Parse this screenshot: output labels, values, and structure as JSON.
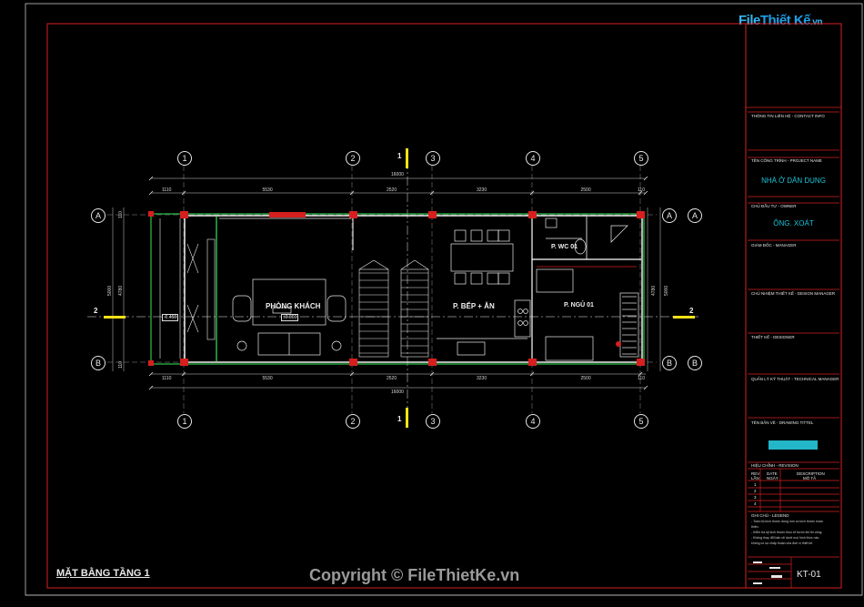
{
  "logo": {
    "brand": "File",
    "rest": "Thiết Kế",
    "suffix": ".vn"
  },
  "copyright": "Copyright © FileThietKe.vn",
  "sheet_title": "MẶT BẰNG TẦNG 1",
  "sheet_number": "KT-01",
  "title_block": {
    "contact_label": "THÔNG TIN LIÊN HỆ - CONTACT INFO",
    "project_label": "TÊN CÔNG TRÌNH - PROJECT NAME",
    "project_value": "NHÀ Ở DÂN DỤNG",
    "owner_label": "CHỦ ĐẦU TƯ - OWNER",
    "owner_value": "ÔNG. XOÁT",
    "director_label": "GIÁM ĐỐC - MANAGER",
    "chief_label": "CHỦ NHIỆM THIẾT KẾ - DESIGN MANAGER",
    "designer_label": "THIẾT KẾ - DESIGNER",
    "tech_label": "QUẢN LÝ KỸ THUẬT - TECHNICAL MANAGER",
    "drawing_label": "TÊN BẢN VẼ - DRAWING TITTEL",
    "revision_label": "HIỆU CHỈNH - REVISION",
    "rev_col1": "REV",
    "rev_col2": "DATE",
    "rev_col3": "DESCRIPTION",
    "rev_col1b": "LẦN",
    "rev_col2b": "NGÀY",
    "rev_col3b": "MÔ TẢ",
    "rev_rows": [
      "1",
      "2",
      "3",
      "4"
    ],
    "notes_label": "GHI CHÚ - LEGEND",
    "notes": [
      "- Toàn bộ kích thước dùng mm có kích thước hoàn",
      "thiện.",
      "- Kiểm tra kỹ kích thước thực tế trước khi thi công.",
      "- Không thay đổi bản vẽ dưới mọi hình thức nào",
      "không có sự chấp thuận của đơn vị thiết kế."
    ]
  },
  "plan": {
    "axes_top": [
      "1",
      "2",
      "3",
      "4",
      "5"
    ],
    "axes_side": [
      "A",
      "B"
    ],
    "section_marks": [
      "1",
      "2"
    ],
    "dims_top": [
      "1110",
      "5530",
      "2520",
      "3230",
      "2500",
      "110"
    ],
    "overall_length": "16000",
    "dims_side_outer": "5000",
    "dims_side_inner": "4780",
    "dims_side_small": "110",
    "rooms": {
      "living": "PHÒNG KHÁCH",
      "kitchen": "P. BẾP + ĂN",
      "wc": "P. WC 01",
      "bedroom": "P. NGỦ 01",
      "level": "±0.000",
      "level2": "-0.450"
    }
  }
}
